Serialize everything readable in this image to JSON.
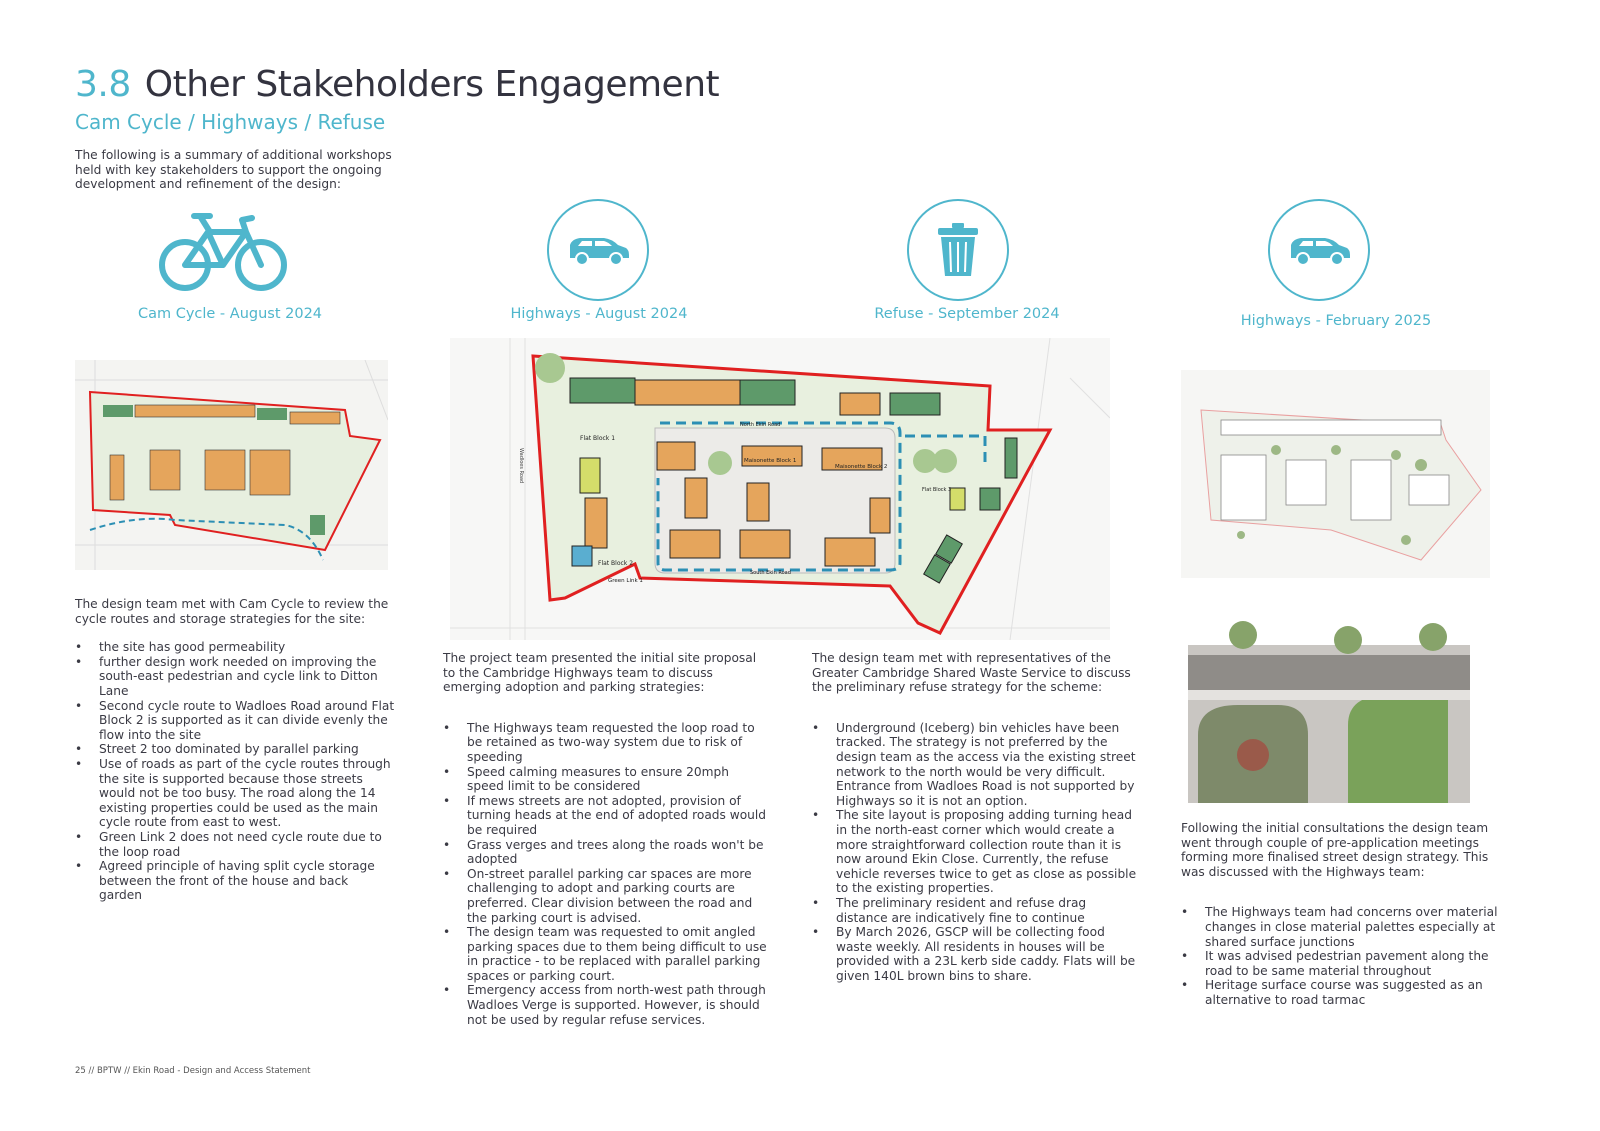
{
  "header": {
    "section_number": "3.8",
    "title": "Other Stakeholders Engagement",
    "subtitle": "Cam Cycle / Highways / Refuse",
    "intro": "The following is a summary of additional workshops held with key stakeholders to support the ongoing development and refinement of the design:"
  },
  "colors": {
    "accent": "#4fb6cc",
    "boundary": "#e02020",
    "text": "#3a3a44"
  },
  "columns": [
    {
      "icon": "bicycle-icon",
      "label": "Cam Cycle - August 2024",
      "intro": "The design team met with Cam Cycle to review the cycle routes and storage strategies for the site:",
      "bullets": [
        "the site has good permeability",
        "further design work needed on improving the south-east pedestrian and cycle link to Ditton Lane",
        "Second cycle route to Wadloes Road around Flat Block 2 is supported as it can divide evenly the flow into the site",
        "Street 2 too dominated by parallel parking",
        "Use of roads as part of the cycle routes through the site is supported because those streets would not be too busy. The road along the 14 existing properties could be used as the main cycle route from east to west.",
        "Green Link 2 does not need cycle route due to the loop road",
        "Agreed principle of having split cycle storage between the front of the house and back garden"
      ]
    },
    {
      "icon": "car-icon",
      "label": "Highways - August 2024",
      "intro": "The project team presented the initial site proposal to the Cambridge Highways team to discuss emerging adoption and parking strategies:",
      "bullets": [
        "The Highways team requested the loop road to be retained as two-way system due to risk of speeding",
        "Speed calming measures to ensure 20mph speed limit to be considered",
        "If mews streets are not adopted, provision of turning heads at the end of adopted roads would be required",
        "Grass verges and trees along the roads won't be adopted",
        "On-street parallel parking car spaces are more challenging to adopt and parking courts are preferred. Clear division between the road and the parking court is advised.",
        "The design team was requested to omit angled parking spaces due to them being difficult to use in practice - to be replaced with parallel parking spaces or parking court.",
        "Emergency access from north-west path through Wadloes Verge is supported. However, is should not be used by regular refuse services."
      ]
    },
    {
      "icon": "trash-bin-icon",
      "label": "Refuse - September 2024",
      "intro": "The design team met with representatives of the Greater Cambridge Shared Waste Service to discuss the preliminary refuse strategy for the scheme:",
      "bullets": [
        "Underground (Iceberg) bin vehicles have been tracked. The strategy is not preferred by the design team as the access via the existing street network to the north would be very difficult. Entrance from Wadloes Road is not supported by Highways so it is not an option.",
        "The site layout is proposing adding turning head in the north-east corner which would create a more straightforward collection route than it is now around Ekin Close. Currently, the refuse vehicle reverses twice to get as close as possible to the existing properties.",
        "The preliminary resident and refuse drag distance are indicatively fine to continue",
        "By March 2026, GSCP will be collecting food waste weekly. All residents in houses will be provided with a 23L kerb side caddy. Flats will be given 140L brown bins to share."
      ]
    },
    {
      "icon": "car-icon",
      "label": "Highways - February 2025",
      "intro": "Following the initial consultations the design team went through couple of pre-application meetings forming more finalised street design strategy. This was discussed with the Highways team:",
      "bullets": [
        "The Highways team had concerns over material changes in close material palettes especially at shared surface junctions",
        "It was advised pedestrian pavement along the road to be same material throughout",
        "Heritage surface course was suggested as an alternative to road tarmac"
      ]
    }
  ],
  "plan_labels": {
    "flat_block_1": "Flat Block 1",
    "flat_block_2": "Flat Block 2",
    "flat_block_3": "Flat Block 3",
    "maisonette_1": "Maisonette Block 1",
    "maisonette_2": "Maisonette Block 2",
    "green_link_1": "Green Link 1",
    "north_road": "North Ekin Road",
    "south_road": "South Ekin Road",
    "wadloes": "Wadloes Road"
  },
  "footer": "25 // BPTW // Ekin Road - Design and Access Statement"
}
